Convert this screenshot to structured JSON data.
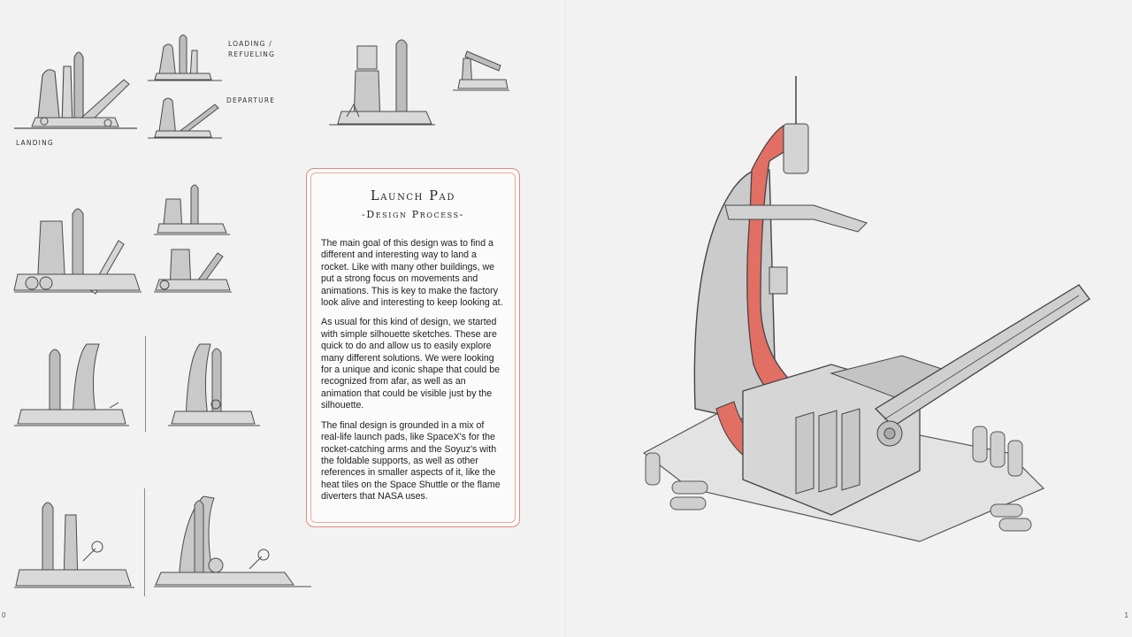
{
  "textbox": {
    "title": "Launch Pad",
    "subtitle": "-Design Process-",
    "paragraphs": [
      "The main goal of this design was to find a different and interesting way to land a rocket. Like with many other buildings, we put a strong focus on movements and animations. This is key to make the factory look alive and interesting to keep looking at.",
      "As usual for this kind of design, we started with simple silhouette sketches. These are quick to do and allow us to easily explore many different solutions. We were looking for a unique and iconic shape that could be recognized from afar, as well as an animation that could be visible just by the silhouette.",
      "The final design is grounded in a mix of real-life launch pads, like SpaceX's for the rocket-catching arms and the Soyuz's with the foldable supports, as well as other references in smaller aspects of it, like the heat tiles on the Space Shuttle or the flame diverters that NASA uses."
    ]
  },
  "sketch_labels": {
    "loading": "Loading / Refueling",
    "departure": "Departure",
    "landing": "Landing"
  },
  "page_numbers": {
    "left": "0",
    "right": "1"
  },
  "colors": {
    "accent": "#e26f63",
    "frame": "#e08a80",
    "sketch_line": "#4a4a4a",
    "sketch_fill": "#c9c9c9"
  }
}
